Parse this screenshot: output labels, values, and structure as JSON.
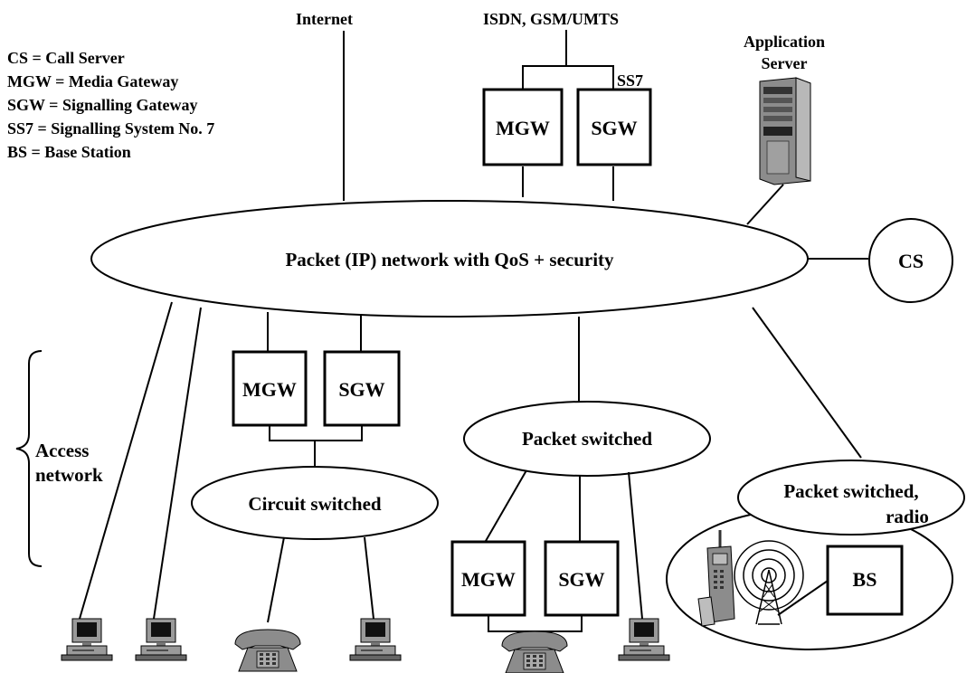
{
  "legend": {
    "line1": "CS = Call Server",
    "line2": "MGW = Media Gateway",
    "line3": "SGW = Signalling Gateway",
    "line4": "SS7 = Signalling System No. 7",
    "line5": "BS = Base Station"
  },
  "top": {
    "internet": "Internet",
    "isdn": "ISDN, GSM/UMTS",
    "ss7": "SS7",
    "app_server_line1": "Application",
    "app_server_line2": "Server"
  },
  "core": {
    "network_label": "Packet (IP) network with QoS + security",
    "cs_label": "CS"
  },
  "gateways": {
    "mgw": "MGW",
    "sgw": "SGW",
    "bs": "BS"
  },
  "access": {
    "access_line1": "Access",
    "access_line2": "network",
    "circuit_switched": "Circuit switched",
    "packet_switched": "Packet switched",
    "packet_radio_line1": "Packet switched,",
    "packet_radio_line2": "radio"
  },
  "colors": {
    "line": "#000000",
    "device_gray": "#8c8c8c"
  }
}
